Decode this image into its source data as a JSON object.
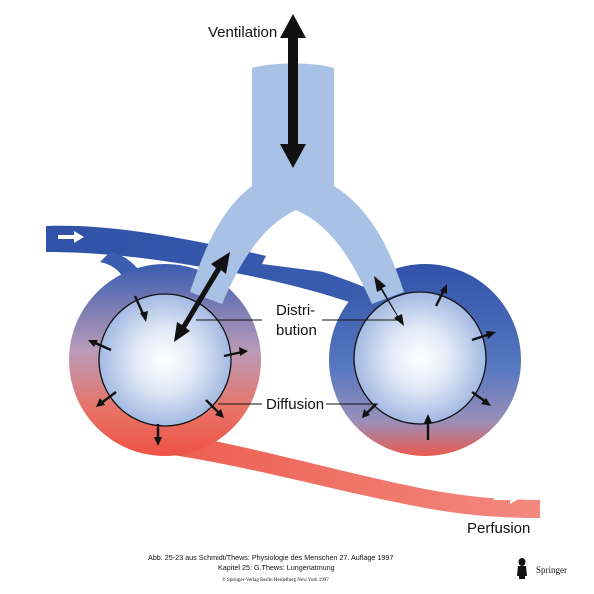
{
  "labels": {
    "ventilation": "Ventilation",
    "distribution_line1": "Distri-",
    "distribution_line2": "bution",
    "diffusion": "Diffusion",
    "perfusion": "Perfusion"
  },
  "caption": {
    "line1": "Abb. 25-23 aus Schmidt/Thews: Physiologie des Menschen 27. Auflage 1997",
    "line2": "Kapitel 25: G.Thews: Lungenatmung",
    "line3": "© Springer-Verlag Berlin Heidelberg New York 1997"
  },
  "publisher": "Springer",
  "colors": {
    "airway": "#a9c1e4",
    "venous_blue": "#3356a8",
    "arterial_red": "#ee5a4c",
    "alveolus_center": "#ffffff",
    "alveolus_edge": "#a3b9e2",
    "arrow": "#111111"
  }
}
